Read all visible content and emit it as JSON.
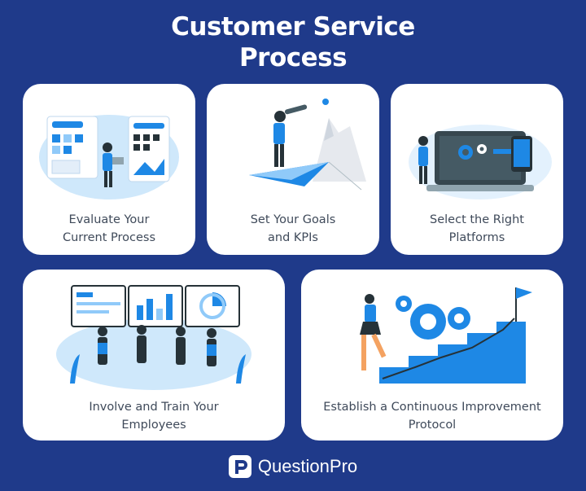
{
  "title": {
    "line1": "Customer Service",
    "line2": "Process"
  },
  "steps": [
    {
      "line1": "Evaluate Your",
      "line2": "Current Process"
    },
    {
      "line1": "Set Your Goals",
      "line2": "and KPIs"
    },
    {
      "line1": "Select the Right",
      "line2": "Platforms"
    },
    {
      "line1": "Involve and Train Your",
      "line2": "Employees"
    },
    {
      "line1": "Establish a Continuous Improvement",
      "line2": "Protocol"
    }
  ],
  "brand": {
    "name": "QuestionPro"
  },
  "colors": {
    "background": "#1f3a8a",
    "accent_blue": "#1e88e5",
    "light_blue": "#cfe8fb",
    "card": "#ffffff",
    "label_text": "#3f4a5a"
  }
}
